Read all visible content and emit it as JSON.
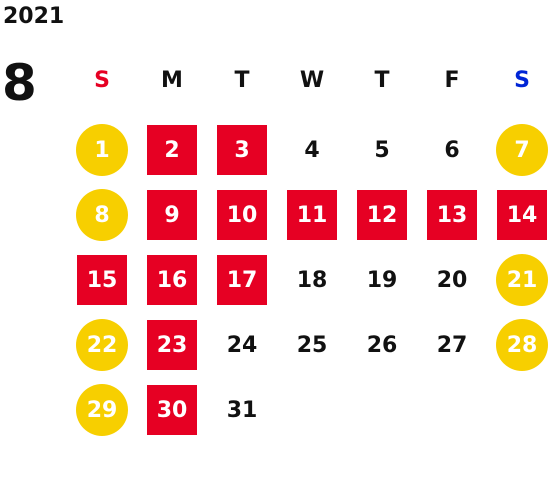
{
  "year": "2021",
  "month": "8",
  "weekdays": [
    {
      "label": "S",
      "color": "#e60023"
    },
    {
      "label": "M",
      "color": "#111111"
    },
    {
      "label": "T",
      "color": "#111111"
    },
    {
      "label": "W",
      "color": "#111111"
    },
    {
      "label": "T",
      "color": "#111111"
    },
    {
      "label": "F",
      "color": "#111111"
    },
    {
      "label": "S",
      "color": "#0025d6"
    }
  ],
  "colors": {
    "closed": "#e60023",
    "holiday": "#f7cf00"
  },
  "days": [
    {
      "d": "1",
      "type": "gold"
    },
    {
      "d": "2",
      "type": "red"
    },
    {
      "d": "3",
      "type": "red"
    },
    {
      "d": "4",
      "type": "plain"
    },
    {
      "d": "5",
      "type": "plain"
    },
    {
      "d": "6",
      "type": "plain"
    },
    {
      "d": "7",
      "type": "gold"
    },
    {
      "d": "8",
      "type": "gold"
    },
    {
      "d": "9",
      "type": "red"
    },
    {
      "d": "10",
      "type": "red"
    },
    {
      "d": "11",
      "type": "red"
    },
    {
      "d": "12",
      "type": "red"
    },
    {
      "d": "13",
      "type": "red"
    },
    {
      "d": "14",
      "type": "red"
    },
    {
      "d": "15",
      "type": "red"
    },
    {
      "d": "16",
      "type": "red"
    },
    {
      "d": "17",
      "type": "red"
    },
    {
      "d": "18",
      "type": "plain"
    },
    {
      "d": "19",
      "type": "plain"
    },
    {
      "d": "20",
      "type": "plain"
    },
    {
      "d": "21",
      "type": "gold"
    },
    {
      "d": "22",
      "type": "gold"
    },
    {
      "d": "23",
      "type": "red"
    },
    {
      "d": "24",
      "type": "plain"
    },
    {
      "d": "25",
      "type": "plain"
    },
    {
      "d": "26",
      "type": "plain"
    },
    {
      "d": "27",
      "type": "plain"
    },
    {
      "d": "28",
      "type": "gold"
    },
    {
      "d": "29",
      "type": "gold"
    },
    {
      "d": "30",
      "type": "red"
    },
    {
      "d": "31",
      "type": "plain"
    }
  ]
}
